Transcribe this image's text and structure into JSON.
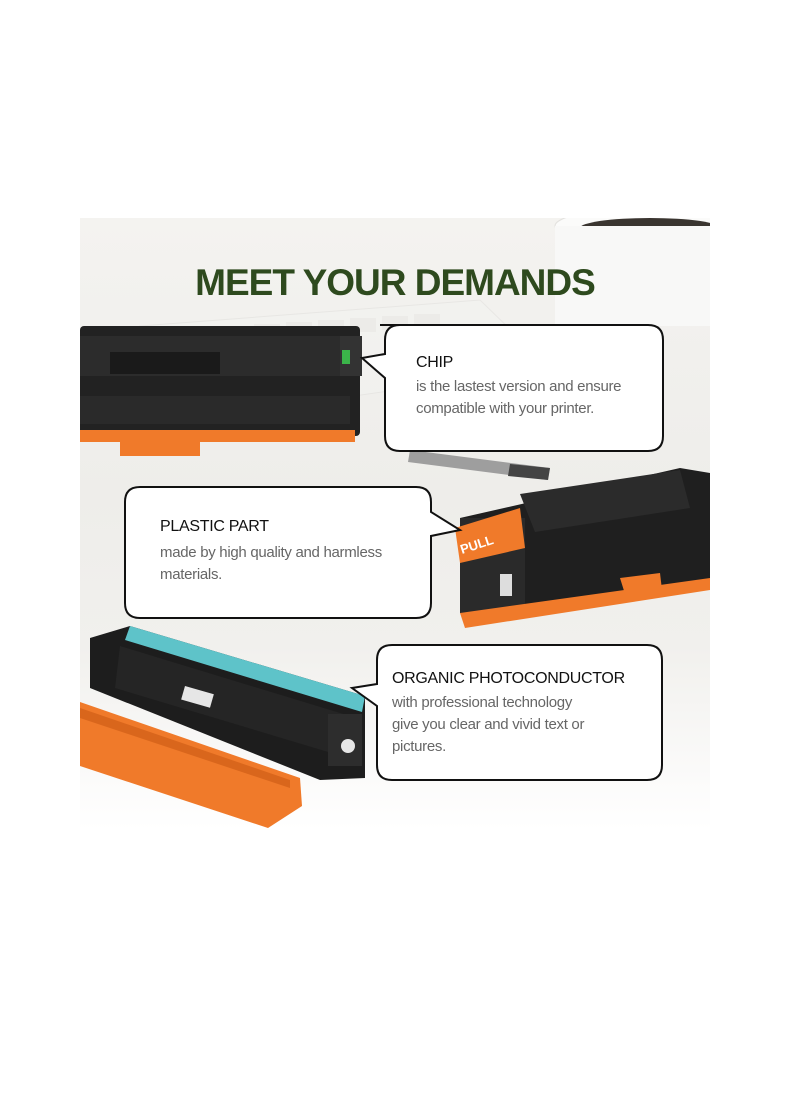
{
  "title": "MEET YOUR DEMANDS",
  "callouts": {
    "chip": {
      "heading": "CHIP",
      "lines": [
        "is the lastest version and ensure",
        "compatible with your printer."
      ]
    },
    "plastic": {
      "heading": "PLASTIC PART",
      "lines": [
        "made by high quality and harmless",
        "materials."
      ]
    },
    "opc": {
      "heading": "ORGANIC PHOTOCONDUCTOR",
      "lines": [
        "with professional technology",
        "give you clear and vivid text or",
        "pictures."
      ]
    }
  },
  "product": {
    "pull_tab_label": "PULL"
  },
  "colors": {
    "title": "#2e4a1e",
    "accent_orange": "#f07a2a",
    "cartridge_black": "#1c1c1c",
    "drum_teal": "#5ec3c9"
  },
  "icons": [
    "toner-cartridge-image",
    "orange-protective-cover-image",
    "coffee-cup-image",
    "keyboard-image",
    "pen-image"
  ]
}
